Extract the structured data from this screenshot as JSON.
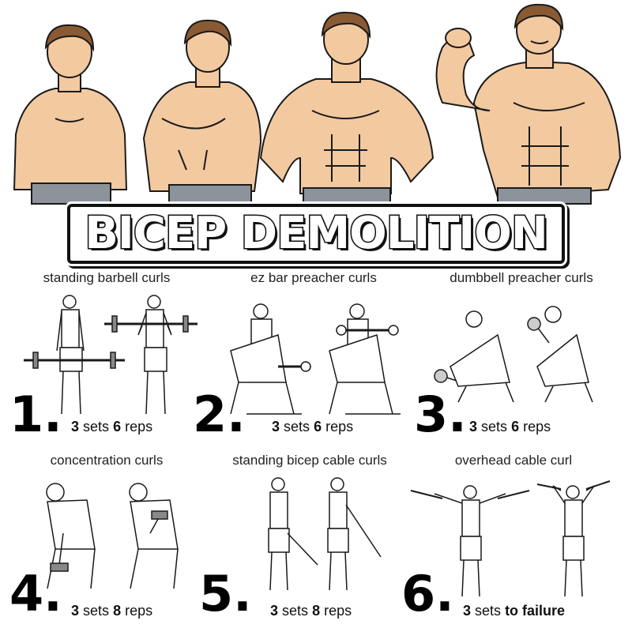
{
  "title": "BICEP DEMOLITION",
  "colors": {
    "skin": "#f3c9a0",
    "skin_shadow": "#d99a6b",
    "hair": "#8a5a33",
    "pants": "#8d939b",
    "ink": "#1a1a1a"
  },
  "hero": {
    "figures": [
      "progress-figure-1",
      "progress-figure-2",
      "progress-figure-3",
      "progress-figure-4"
    ]
  },
  "exercises": [
    {
      "number": "1.",
      "name": "standing barbell curls",
      "sets_label": "3",
      "sets_word": "sets",
      "reps_value": "6",
      "reps_word": "reps"
    },
    {
      "number": "2.",
      "name": "ez bar preacher curls",
      "sets_label": "3",
      "sets_word": "sets",
      "reps_value": "6",
      "reps_word": "reps"
    },
    {
      "number": "3.",
      "name": "dumbbell preacher curls",
      "sets_label": "3",
      "sets_word": "sets",
      "reps_value": "6",
      "reps_word": "reps"
    },
    {
      "number": "4.",
      "name": "concentration curls",
      "sets_label": "3",
      "sets_word": "sets",
      "reps_value": "8",
      "reps_word": "reps"
    },
    {
      "number": "5.",
      "name": "standing bicep cable curls",
      "sets_label": "3",
      "sets_word": "sets",
      "reps_value": "8",
      "reps_word": "reps"
    },
    {
      "number": "6.",
      "name": "overhead cable curl",
      "sets_label": "3",
      "sets_word": "sets",
      "reps_value": "to failure",
      "reps_word": ""
    }
  ]
}
